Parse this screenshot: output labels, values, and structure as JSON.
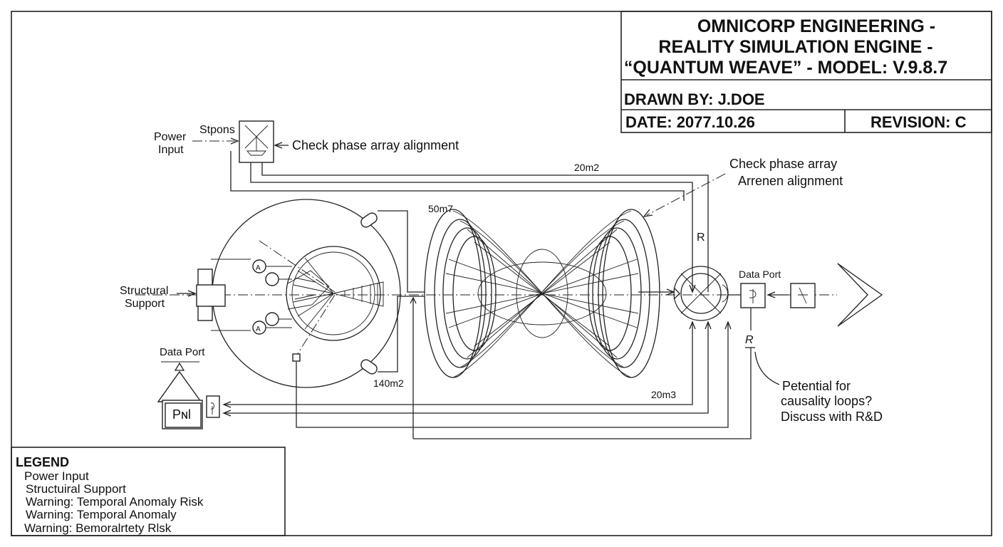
{
  "title_block": {
    "line1": "OMNICORP ENGINEERING -",
    "line2": "REALITY SIMULATION ENGINE -",
    "line3": "“QUANTUM WEAVE” - MODEL: V.9.8.7",
    "drawn_by": "DRAWN BY: J.DOE",
    "date": "DATE: 2077.10.26",
    "revision": "REVISION:  C"
  },
  "labels": {
    "power_input_line1": "Power",
    "power_input_line2": "Input",
    "stpons": "Stpons",
    "check_phase_1": "Check phase array alignment",
    "check_phase_2_line1": "Check phase array",
    "check_phase_2_line2": "Arrenen alignment",
    "dim_20m2": "20m2",
    "dim_50m7": "50m7",
    "dim_140m2": "140m2",
    "dim_20m3": "20m3",
    "r_upper": "R",
    "r_lower": "R",
    "structural_line1": "Structural",
    "structural_line2": "Support",
    "data_port_right": "Data Port",
    "data_port_left": "Data Port",
    "pn_box": "Pɴl",
    "causality_line1": "Petential for",
    "causality_line2": "causality loops?",
    "causality_line3": "Discuss with R&D",
    "small_a1": "A",
    "small_a2": "A"
  },
  "legend": {
    "title": "LEGEND",
    "items": [
      "Power Input",
      "Structuiral Support",
      "Warning: Temporal Anomaly Risk",
      "Warning: Temporal Anomaly",
      "Warning: Bemoralrtety Rlsk"
    ]
  }
}
